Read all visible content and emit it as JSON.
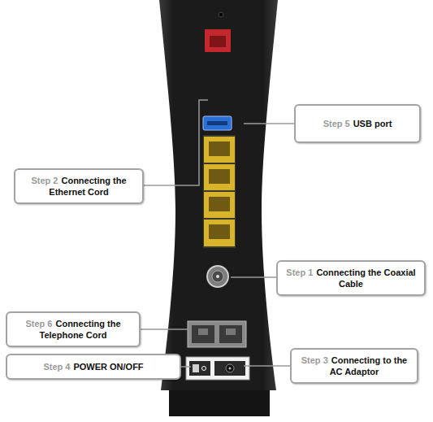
{
  "diagram": {
    "nodes": [
      {
        "text": [
          "Step 5",
          "USB port"
        ]
      },
      {
        "text": [
          "Step 2",
          "Connecting the Ethernet Cord"
        ]
      },
      {
        "text": [
          "Step 1",
          "Connecting the Coaxial Cable"
        ]
      },
      {
        "text": [
          "Step 6",
          "Connecting the Telephone Cord"
        ]
      },
      {
        "text": [
          "Step 3",
          "Connecting to the AC Adaptor"
        ]
      },
      {
        "text": [
          "Step 4",
          "POWER ON/OFF"
        ]
      }
    ]
  }
}
